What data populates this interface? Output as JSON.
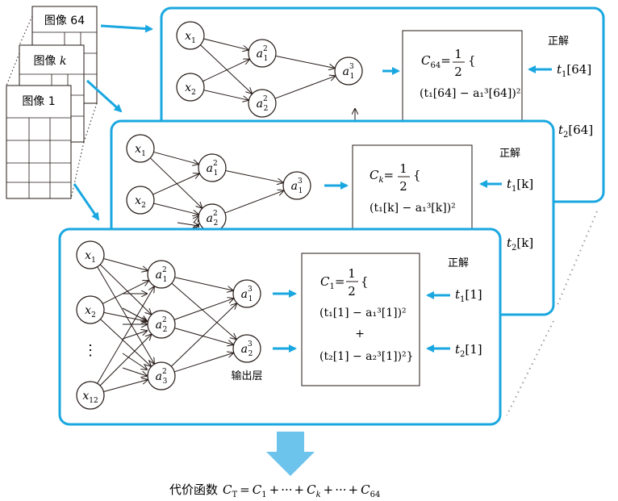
{
  "images": [
    {
      "label": "图像 64"
    },
    {
      "label": "图像 ",
      "label_k": "k"
    },
    {
      "label": "图像 1"
    }
  ],
  "panels": {
    "p64": {
      "inputs": [
        {
          "v": "x",
          "s": "1"
        },
        {
          "v": "x",
          "s": "2"
        }
      ],
      "hidden": [
        {
          "v": "a",
          "sup": "2",
          "sub": "1"
        },
        {
          "v": "a",
          "sup": "2",
          "sub": "2"
        }
      ],
      "outputs": [
        {
          "v": "a",
          "sup": "3",
          "sub": "1"
        }
      ],
      "cost": {
        "name": "C",
        "sub": "64",
        "eq": "=",
        "num": "1",
        "den": "2",
        "brace": "{",
        "line": "(t₁[64] − a₁³[64])²"
      },
      "answer_label": "正解",
      "t1": {
        "v": "t",
        "s": "1",
        "idx": "[64]"
      },
      "t2": {
        "v": "t",
        "s": "2",
        "idx": "[64]"
      }
    },
    "pk": {
      "inputs": [
        {
          "v": "x",
          "s": "1"
        },
        {
          "v": "x",
          "s": "2"
        }
      ],
      "hidden": [
        {
          "v": "a",
          "sup": "2",
          "sub": "1"
        },
        {
          "v": "a",
          "sup": "2",
          "sub": "2"
        }
      ],
      "outputs": [
        {
          "v": "a",
          "sup": "3",
          "sub": "1"
        }
      ],
      "cost": {
        "name": "C",
        "sub": "k",
        "eq": "=",
        "num": "1",
        "den": "2",
        "brace": "{",
        "line": "(t₁[k] − a₁³[k])²"
      },
      "answer_label": "正解",
      "t1": {
        "v": "t",
        "s": "1",
        "idx": "[k]"
      },
      "t2": {
        "v": "t",
        "s": "2",
        "idx": "[k]"
      }
    },
    "p1": {
      "inputs": [
        {
          "v": "x",
          "s": "1"
        },
        {
          "v": "x",
          "s": "2"
        },
        {
          "v": "x",
          "s": "12"
        }
      ],
      "vdots": "⋮",
      "hidden": [
        {
          "v": "a",
          "sup": "2",
          "sub": "1"
        },
        {
          "v": "a",
          "sup": "2",
          "sub": "2"
        },
        {
          "v": "a",
          "sup": "2",
          "sub": "3"
        }
      ],
      "outputs": [
        {
          "v": "a",
          "sup": "3",
          "sub": "1"
        },
        {
          "v": "a",
          "sup": "3",
          "sub": "2"
        }
      ],
      "output_layer_label": "输出层",
      "cost": {
        "name": "C",
        "sub": "1",
        "eq": "=",
        "num": "1",
        "den": "2",
        "brace": "{",
        "line1": "(t₁[1] − a₁³[1])²",
        "plus": "+",
        "line2": "(t₂[1] − a₂³[1])²}"
      },
      "answer_label": "正解",
      "t1": {
        "v": "t",
        "s": "1",
        "idx": "[1]"
      },
      "t2": {
        "v": "t",
        "s": "2",
        "idx": "[1]"
      }
    }
  },
  "total_cost": {
    "label": "代价函数",
    "formula": "C_T = C_1 + ··· + C_k + ··· + C_64",
    "ct": "C",
    "ct_sub": "T",
    "eq": "=",
    "c1": "C",
    "c1_sub": "1",
    "plus": "+",
    "dots": "···",
    "ck": "C",
    "ck_sub": "k",
    "c64": "C",
    "c64_sub": "64"
  },
  "colors": {
    "accent": "#1aa7e0",
    "ink": "#231815",
    "arrow_big": "#6cc3ec"
  }
}
